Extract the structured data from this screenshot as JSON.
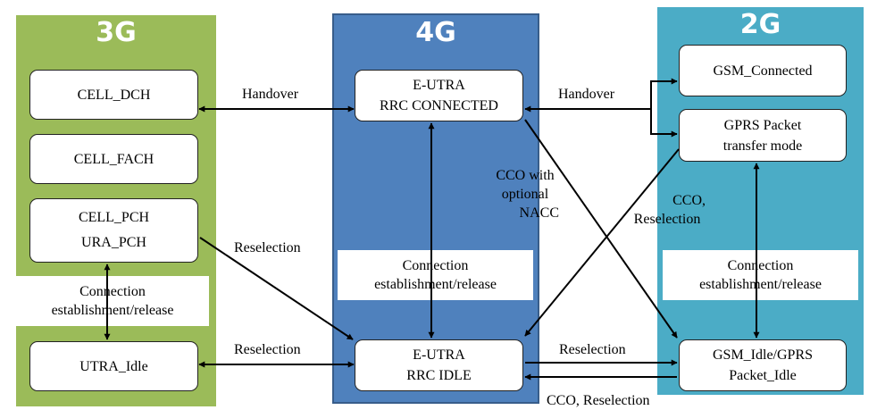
{
  "panels": {
    "g3": {
      "title": "3G"
    },
    "g4": {
      "title": "4G"
    },
    "g2": {
      "title": "2G"
    }
  },
  "states": {
    "cell_dch": "CELL_DCH",
    "cell_fach": "CELL_FACH",
    "cell_pch": "CELL_PCH",
    "ura_pch": "URA_PCH",
    "utra_idle": "UTRA_Idle",
    "eutra_connected_line1": "E-UTRA",
    "eutra_connected_line2": "RRC  CONNECTED",
    "eutra_idle_line1": "E-UTRA",
    "eutra_idle_line2": "RRC  IDLE",
    "gsm_connected": "GSM_Connected",
    "gprs_transfer_line1": "GPRS Packet",
    "gprs_transfer_line2": "transfer mode",
    "gsm_idle_line1": "GSM_Idle/GPRS",
    "gsm_idle_line2": "Packet_Idle"
  },
  "labels": {
    "handover_left": "Handover",
    "handover_right": "Handover",
    "reselection_diag_3g": "Reselection",
    "reselection_idle_3g": "Reselection",
    "reselection_idle_2g": "Reselection",
    "cco_nacc_line1": "CCO with",
    "cco_nacc_line2": "optional",
    "cco_nacc_line3": "NACC",
    "cco_resel_line1": "CCO,",
    "cco_resel_line2": "Reselection",
    "cco_resel_bottom": "CCO, Reselection",
    "conn_3g_line1": "Connection",
    "conn_3g_line2": "establishment/release",
    "conn_4g_line1": "Connection",
    "conn_4g_line2": "establishment/release",
    "conn_2g_line1": "Connection",
    "conn_2g_line2": "establishment/release"
  }
}
